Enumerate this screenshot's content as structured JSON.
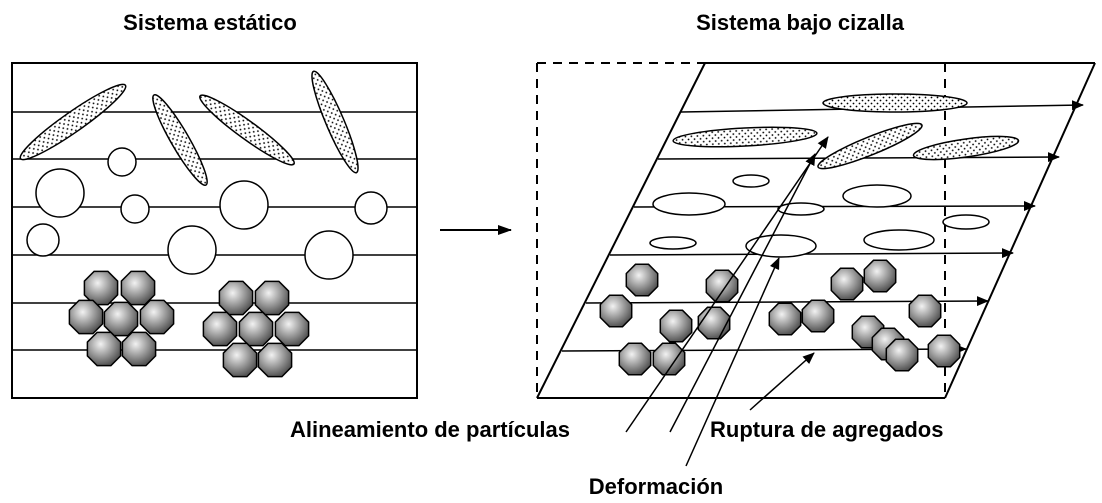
{
  "titles": {
    "static": "Sistema estático",
    "sheared": "Sistema bajo cizalla"
  },
  "annotations": {
    "alignment": "Alineamiento de partículas",
    "breakup": "Ruptura de agregados",
    "deformation": "Deformación"
  },
  "colors": {
    "line": "#000000",
    "background": "#ffffff",
    "particle_gradient_light": "#f2f2f2",
    "particle_gradient_dark": "#555555"
  }
}
